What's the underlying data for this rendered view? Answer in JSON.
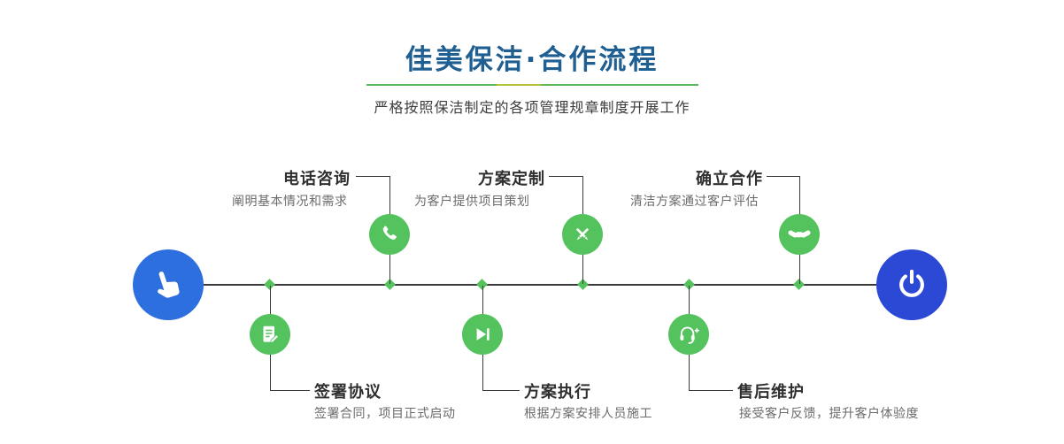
{
  "header": {
    "title": "佳美保洁·合作流程",
    "subtitle": "严格按照保洁制定的各项管理规章制度开展工作"
  },
  "timeline": {
    "steps": [
      {
        "label": "电话咨询",
        "desc": "阐明基本情况和需求",
        "icon": "phone-icon",
        "side": "top"
      },
      {
        "label": "方案定制",
        "desc": "为客户提供项目策划",
        "icon": "design-tools-icon",
        "side": "top"
      },
      {
        "label": "确立合作",
        "desc": "清洁方案通过客户评估",
        "icon": "handshake-icon",
        "side": "top"
      },
      {
        "label": "签署协议",
        "desc": "签署合同，项目正式启动",
        "icon": "contract-icon",
        "side": "bottom"
      },
      {
        "label": "方案执行",
        "desc": "根据方案安排人员施工",
        "icon": "play-icon",
        "side": "bottom"
      },
      {
        "label": "售后维护",
        "desc": "接受客户反馈，提升客户体验度",
        "icon": "headset-icon",
        "side": "bottom"
      }
    ],
    "start_icon": "hand-pointer-icon",
    "end_icon": "power-icon"
  },
  "colors": {
    "title_blue": "#1f5f92",
    "node_green": "#54c25d",
    "start_blue": "#2e6fe0",
    "end_blue": "#2c49d6",
    "divider_green": "#5cb85c",
    "divider_olive": "#b9c337",
    "line_dark": "#3b3b3b"
  }
}
